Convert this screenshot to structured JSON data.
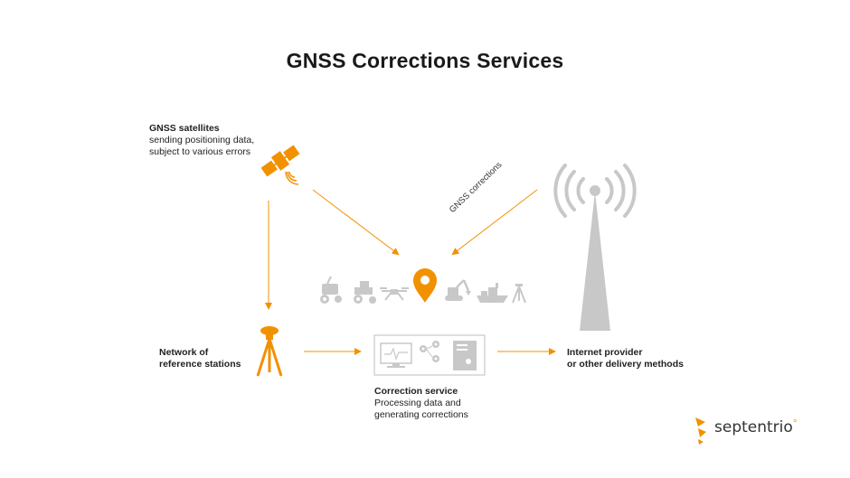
{
  "title": "GNSS Corrections Services",
  "labels": {
    "satellites": {
      "heading": "GNSS satellites",
      "line1": "sending positioning data,",
      "line2": "subject to various errors"
    },
    "network": {
      "heading": "Network of",
      "line1": "reference stations"
    },
    "correction": {
      "heading": "Correction service",
      "line1": "Processing data and",
      "line2": "generating corrections"
    },
    "internet": {
      "heading": "Internet provider",
      "line1": "or other delivery methods"
    },
    "gnss_corrections": "GNSS corrections"
  },
  "brand": {
    "name": "septentrio",
    "mark": "°"
  },
  "colors": {
    "accent": "#f29100",
    "gray": "#c8c8c8",
    "text": "#222222"
  },
  "icons": [
    "satellite-icon",
    "tripod-icon",
    "tower-icon",
    "location-pin-icon",
    "lawn-mower-icon",
    "tractor-icon",
    "drone-icon",
    "excavator-icon",
    "ship-icon",
    "survey-tripod-icon",
    "monitor-icon",
    "gears-icon",
    "server-icon",
    "septentrio-logo-icon"
  ]
}
